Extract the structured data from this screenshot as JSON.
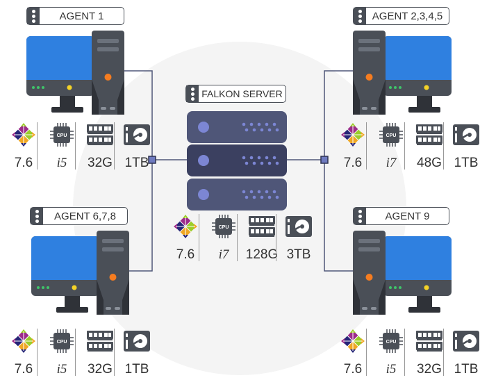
{
  "server": {
    "label": "FALKON SERVER",
    "os": "7.6",
    "cpu": "i7",
    "ram": "128G",
    "disk": "3TB"
  },
  "agents": [
    {
      "label": "AGENT 1",
      "os": "7.6",
      "cpu": "i5",
      "ram": "32G",
      "disk": "1TB"
    },
    {
      "label": "AGENT 2,3,4,5",
      "os": "7.6",
      "cpu": "i7",
      "ram": "48G",
      "disk": "1TB"
    },
    {
      "label": "AGENT 6,7,8",
      "os": "7.6",
      "cpu": "i5",
      "ram": "32G",
      "disk": "1TB"
    },
    {
      "label": "AGENT 9",
      "os": "7.6",
      "cpu": "i5",
      "ram": "32G",
      "disk": "1TB"
    }
  ],
  "icons": {
    "os": "centos-icon",
    "cpu": "cpu-icon",
    "ram": "ram-icon",
    "disk": "hard-drive-icon",
    "cpu_chip_text": "CPU"
  },
  "colors": {
    "screen": "#2f80e0",
    "tower": "#4a4f57",
    "server": "#4f5678",
    "line": "#4f5678",
    "junction": "#6f7bc0"
  }
}
